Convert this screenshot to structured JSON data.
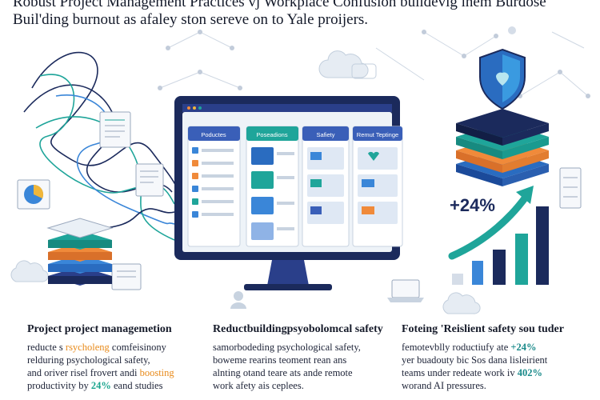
{
  "title": {
    "line1": "Robust Project Management Practices vj Workplace Confusion buildevig inem Burdose",
    "line2": "Buil'ding burnout as afaley ston sereve on to Yale proijers."
  },
  "dashboard": {
    "columns": [
      "Poductes",
      "Poseadions",
      "Safiety",
      "Remut Teptinge"
    ]
  },
  "growth_label": "+24%",
  "sections": [
    {
      "heading": "Project project managemetion",
      "lines": [
        {
          "pre": "reducte s ",
          "hl": "rsycholeng",
          "post": " comfeisinony"
        },
        {
          "pre": "relduring psychological safety,",
          "hl": "",
          "post": ""
        },
        {
          "pre": "and oriver risel frovert andi ",
          "hl": "boosting",
          "post": ""
        },
        {
          "pre": "productivity by ",
          "hl": "24%",
          "post": " eand studies"
        }
      ]
    },
    {
      "heading": "Reductbuildingpsyobolomcal safety",
      "lines": [
        {
          "pre": "samorbodeding psychological safety,",
          "hl": "",
          "post": ""
        },
        {
          "pre": "boweme rearins teoment rean ans",
          "hl": "",
          "post": ""
        },
        {
          "pre": "alnting otand teare ats ande remote",
          "hl": "",
          "post": ""
        },
        {
          "pre": "work afety ais ceplees.",
          "hl": "",
          "post": ""
        }
      ]
    },
    {
      "heading": "Foteing 'Reislient safety sou tuder",
      "lines": [
        {
          "pre": "femotevblly roductiufy ate ",
          "hl": "+24%",
          "post": ""
        },
        {
          "pre": "yer buadouty bic Sos dana lisleirient",
          "hl": "",
          "post": ""
        },
        {
          "pre": "teams under redeate work iv ",
          "hl": "402%",
          "post": ""
        },
        {
          "pre": "worand AI pressures.",
          "hl": "",
          "post": ""
        }
      ]
    }
  ],
  "colors": {
    "navy": "#1b2a5c",
    "teal": "#1fa59a",
    "orange": "#f08a3a",
    "blue": "#3a86d8"
  }
}
